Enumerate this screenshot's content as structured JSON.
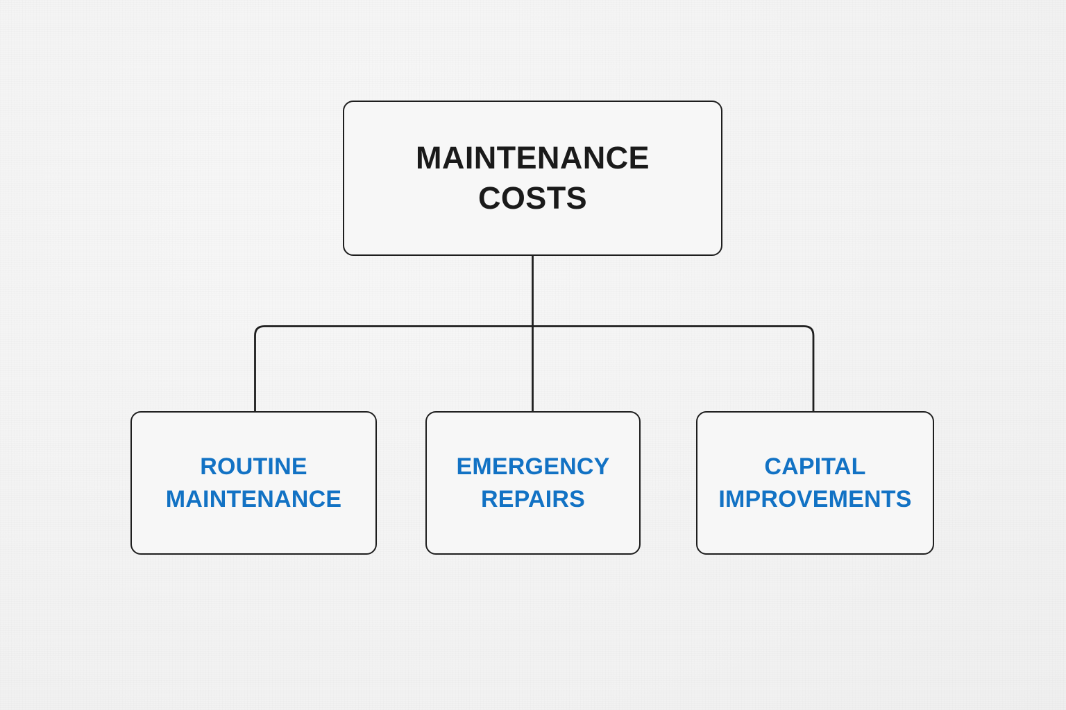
{
  "diagram": {
    "type": "hierarchy-tree",
    "orientation": "top-down",
    "background_color": "#f4f4f4",
    "stroke_color": "#1e1e1e",
    "root": {
      "id": "maintenance-costs",
      "label": "MAINTENANCE\nCOSTS",
      "text_color": "#1a1a1a",
      "fill_color": "#f7f7f7"
    },
    "children": [
      {
        "id": "routine-maintenance",
        "label": "ROUTINE\nMAINTENANCE",
        "text_color": "#1272c4",
        "fill_color": "#f7f7f7"
      },
      {
        "id": "emergency-repairs",
        "label": "EMERGENCY\nREPAIRS",
        "text_color": "#1272c4",
        "fill_color": "#f7f7f7"
      },
      {
        "id": "capital-improvements",
        "label": "CAPITAL\nIMPROVEMENTS",
        "text_color": "#1272c4",
        "fill_color": "#f7f7f7"
      }
    ]
  }
}
